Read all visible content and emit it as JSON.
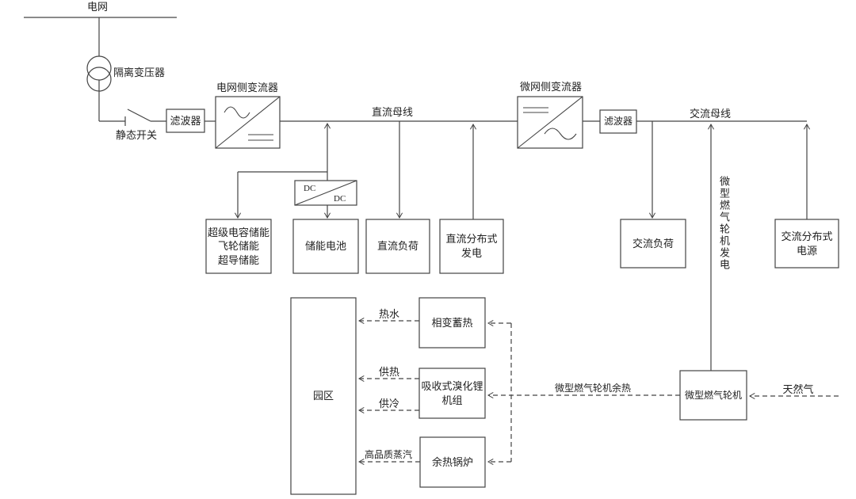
{
  "colors": {
    "line": "#444444",
    "text": "#222222",
    "background": "#ffffff"
  },
  "power": {
    "grid": "电网",
    "isolation_transformer": "隔离变压器",
    "static_switch": "静态开关",
    "filter_left": "滤波器",
    "grid_side_converter": "电网侧变流器",
    "dc_bus": "直流母线",
    "dc_top": "DC",
    "dc_bottom": "DC",
    "storage_lines": [
      "超级电容储能",
      "飞轮储能",
      "超导储能"
    ],
    "battery": "储能电池",
    "dc_load": "直流负荷",
    "dc_distributed": [
      "直流分布式",
      "发电"
    ],
    "micro_side_converter": "微网侧变流器",
    "filter_right": "滤波器",
    "ac_bus": "交流母线",
    "ac_load": "交流负荷",
    "micro_turbine_generation": "微型燃气轮机发电",
    "ac_distributed": [
      "交流分布式",
      "电源"
    ]
  },
  "thermal": {
    "park": "园区",
    "hot_water": "热水",
    "phase_change_storage": "相变蓄热",
    "heating": "供热",
    "cooling": "供冷",
    "libr_unit": [
      "吸收式溴化锂",
      "机组"
    ],
    "high_quality_steam": "高品质蒸汽",
    "waste_heat_boiler": "余热锅炉",
    "turbine_waste_heat": "微型燃气轮机余热",
    "micro_turbine": "微型燃气轮机",
    "natural_gas": "天然气"
  }
}
